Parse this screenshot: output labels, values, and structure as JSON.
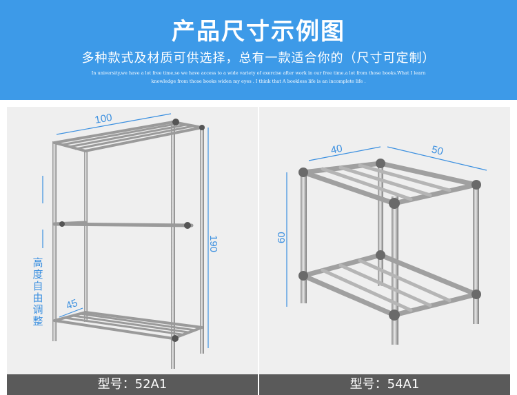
{
  "header": {
    "title": "产品尺寸示例图",
    "subtitle": "多种款式及材质可供选择，总有一款适合你的（尺寸可定制）",
    "english_line1": "In university,we have a lot free time,so we have access to a wide variety of exercise after work in our free time.a lot from those  books.What I learn",
    "english_line2": "knowledge from those  books widen my eyes . I think that A bookless life is an incomplete life ."
  },
  "products": [
    {
      "model": "型号：52A1",
      "dims": {
        "width": "100",
        "height": "190",
        "depth": "45"
      },
      "note": "高度自由调整"
    },
    {
      "model": "型号：54A1",
      "dims": {
        "width": "40",
        "depth": "50",
        "height": "60"
      }
    }
  ],
  "colors": {
    "banner": "#3d9ae8",
    "dimension": "#3a8fe0",
    "model_bar": "#5a5a5a",
    "panel": "#efefef"
  }
}
